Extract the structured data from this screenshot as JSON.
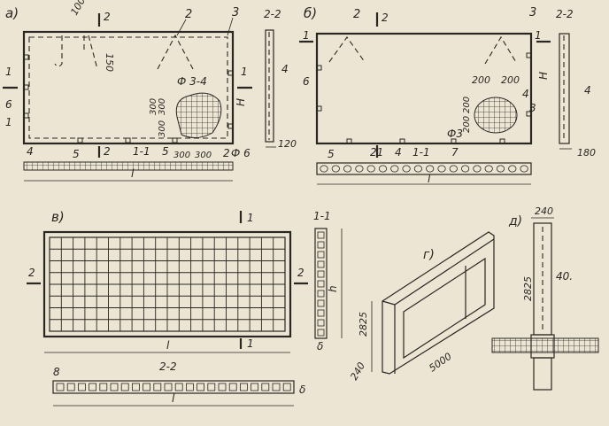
{
  "figure_a": {
    "label": "а)",
    "section_12": "2",
    "section_22": "2-2",
    "section_11_left": "1",
    "section_11_right": "1",
    "callout_2": "2",
    "callout_3": "3",
    "callout_6": "6",
    "callout_1": "1",
    "callout_4_side": "4",
    "callout_4_bottom": "4",
    "callout_5a": "5",
    "callout_5b": "5",
    "callout_2b": "2",
    "dim_100": "100",
    "dim_150": "150",
    "dim_300a": "300",
    "dim_300b": "300",
    "dim_300c": "300",
    "dim_300d": "300",
    "dim_300e": "300",
    "dim_phi34": "Ф 3-4",
    "dim_phi6": "Ф 6",
    "dim_H": "H",
    "dim_120": "120",
    "section_11_label": "1-1",
    "dim_l": "l"
  },
  "figure_b": {
    "label": "б)",
    "section_12": "2",
    "section_22": "2-2",
    "section_11": "1",
    "callout_2": "2",
    "callout_3": "3",
    "callout_1": "1",
    "callout_6": "6",
    "callout_4": "4",
    "callout_4_right": "4",
    "callout_3_right": "3",
    "dim_200a": "200",
    "dim_200b": "200",
    "dim_200c": "200",
    "dim_200d": "200",
    "dim_phi3": "Ф3",
    "dim_H": "H",
    "dim_180": "180",
    "callout_5": "5",
    "callout_21": "21",
    "callout_4b": "4",
    "section_11_label": "1-1",
    "callout_7": "7",
    "dim_l": "l"
  },
  "figure_v": {
    "label": "в)",
    "section_1_top": "1",
    "section_1_bottom": "1",
    "section_2_left": "2",
    "section_2_right": "2",
    "dim_l": "l",
    "section_11_label": "1-1",
    "dim_h": "h",
    "dim_delta": "δ",
    "section_22_label": "2-2",
    "callout_8": "8",
    "dim_delta_b": "δ",
    "dim_l_b": "l"
  },
  "figure_g": {
    "label": "г)",
    "dim_2825": "2825",
    "dim_240": "240",
    "dim_5000": "5000"
  },
  "figure_d": {
    "label": "д)",
    "dim_240": "240",
    "dim_2825": "2825",
    "dim_40": "40."
  },
  "colors": {
    "paper": "#ece5d4",
    "ink": "#2a2622"
  }
}
